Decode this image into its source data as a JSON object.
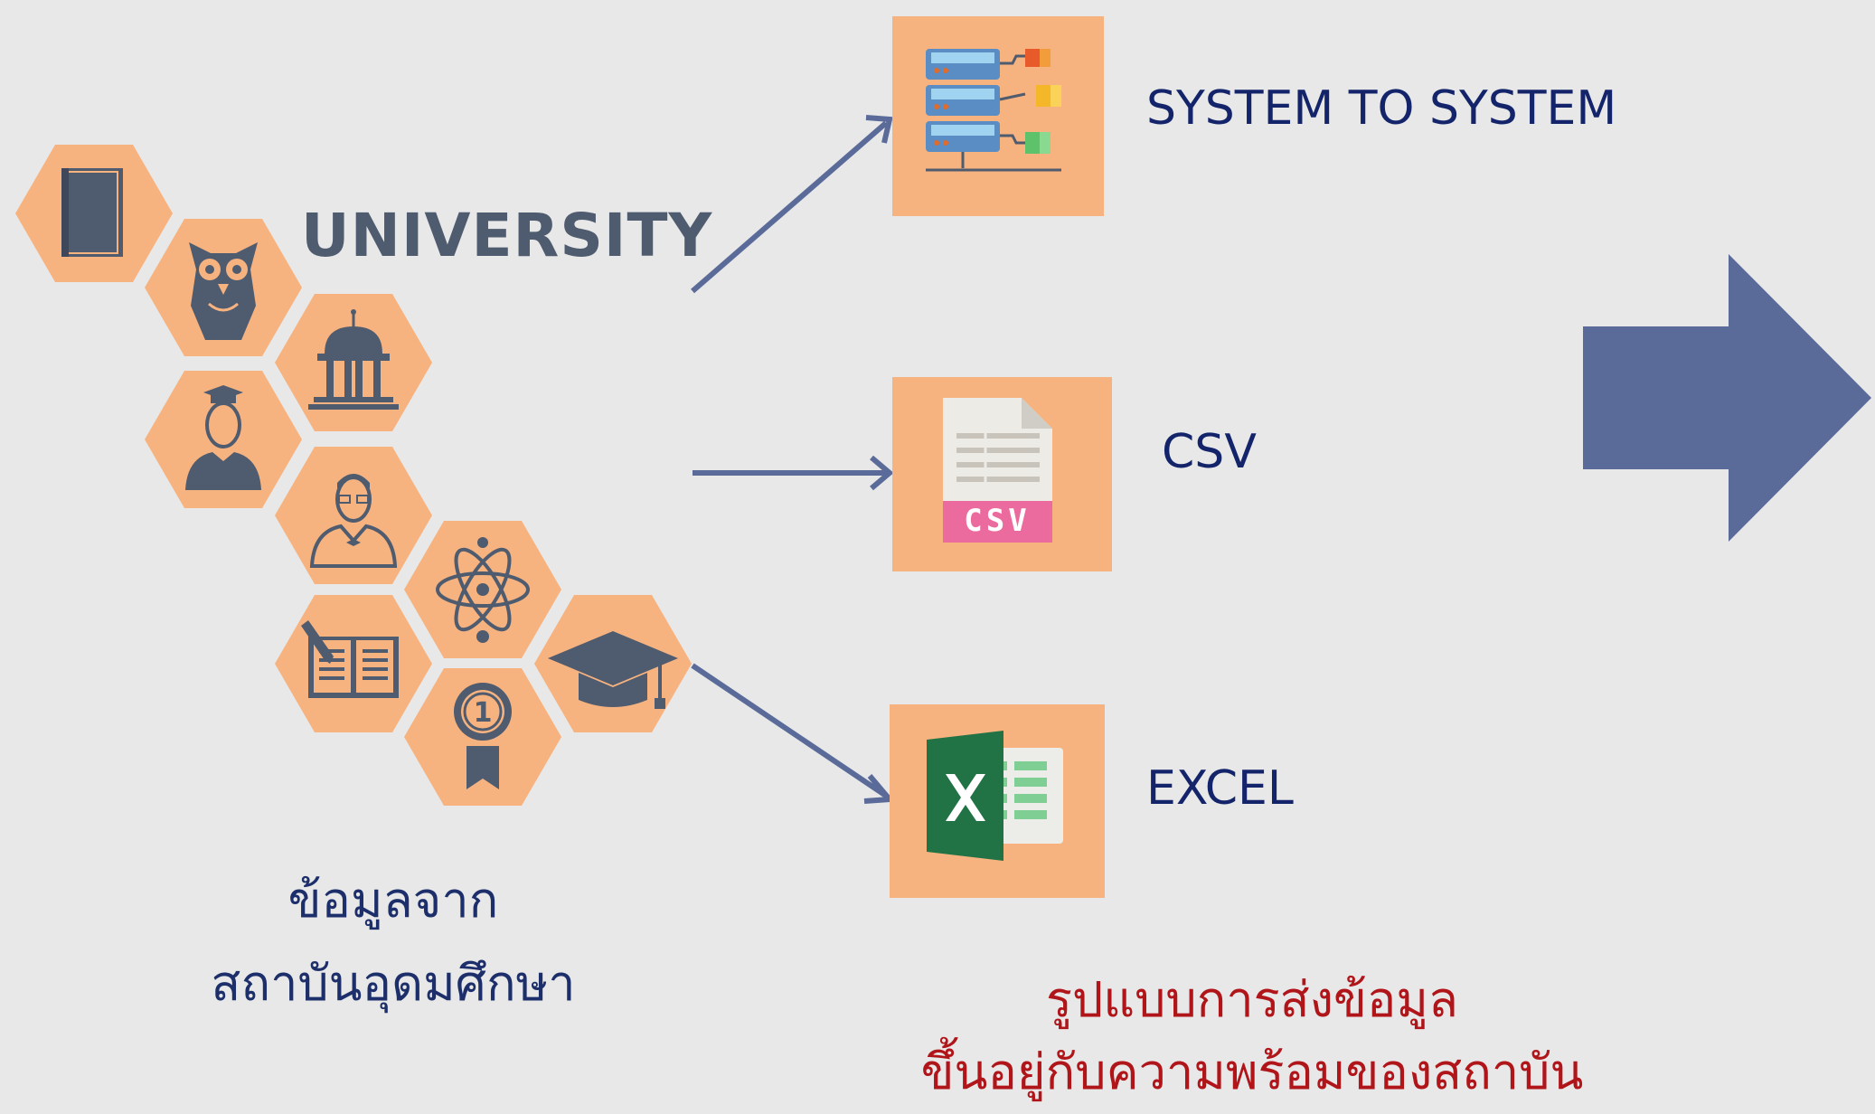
{
  "source": {
    "title": "UNIVERSITY",
    "caption_line1": "ข้อมูลจาก",
    "caption_line2": "สถาบันอุดมศึกษา",
    "hex_icons": [
      "book-icon",
      "owl-icon",
      "university-building-icon",
      "graduate-student-icon",
      "professor-icon",
      "atom-icon",
      "open-book-pencil-icon",
      "graduation-cap-icon",
      "medal-icon"
    ]
  },
  "methods": [
    {
      "label": "SYSTEM TO SYSTEM",
      "icon": "server-network-icon"
    },
    {
      "label": "CSV",
      "icon": "csv-file-icon",
      "badge": "CSV"
    },
    {
      "label": "EXCEL",
      "icon": "excel-icon",
      "badge": "X"
    }
  ],
  "bottom_caption": {
    "line1": "รูปแบบการส่งข้อมูล",
    "line2": "ขึ้นอยู่กับความพร้อมของสถาบัน"
  },
  "colors": {
    "background": "#e8e8e8",
    "tile": "#f7b37f",
    "icon_dark": "#4f5b6e",
    "arrow": "#5a6b99",
    "label_blue": "#13246a",
    "caption_blue": "#1d2f6b",
    "caption_red": "#b0151a",
    "csv_badge": "#ec6b9e",
    "excel_green": "#217346"
  }
}
